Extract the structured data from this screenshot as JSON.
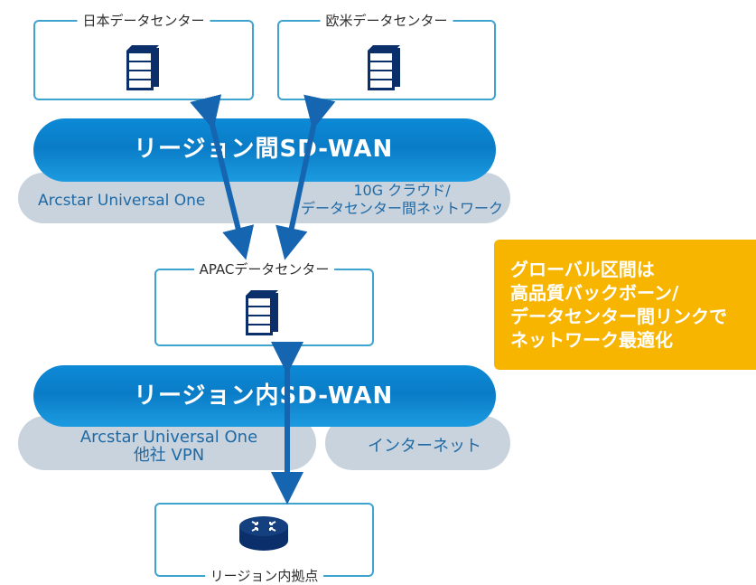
{
  "datacenters": {
    "japan": "日本データセンター",
    "us_eu": "欧米データセンター",
    "apac": "APACデータセンター",
    "regional_site": "リージョン内拠点"
  },
  "inter_region": {
    "title": "リージョン間SD-WAN",
    "left_label": "Arcstar Universal One",
    "right_label_line1": "10G クラウド/",
    "right_label_line2": "データセンター間ネットワーク"
  },
  "intra_region": {
    "title": "リージョン内SD-WAN",
    "left_label_line1": "Arcstar Universal One",
    "left_label_line2": "他社 VPN",
    "right_label": "インターネット"
  },
  "callout": {
    "line1": "グローバル区間は",
    "line2": "高品質バックボーン/",
    "line3": "データセンター間リンクで",
    "line4": "ネットワーク最適化"
  },
  "colors": {
    "frame": "#3ea3cf",
    "band": "#0a7cc7",
    "grey_band": "#c9d3dd",
    "callout": "#f7b500",
    "arrow": "#1565b0"
  },
  "icons": [
    "server-icon",
    "server-icon",
    "server-icon",
    "router-icon"
  ]
}
